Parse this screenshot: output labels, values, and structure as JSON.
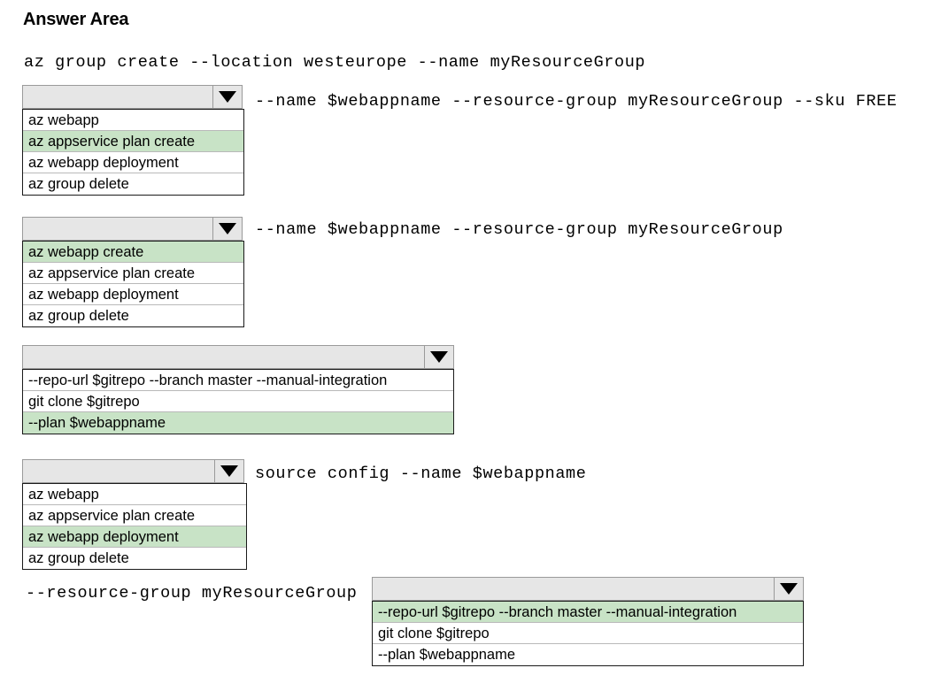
{
  "page": {
    "title": "Answer Area"
  },
  "code_lines": [
    {
      "id": "code-line-0",
      "text": "az group create --location westeurope --name myResourceGroup"
    },
    {
      "id": "code-line-1",
      "text": "--name $webappname --resource-group myResourceGroup --sku FREE"
    },
    {
      "id": "code-line-2",
      "text": "--name $webappname --resource-group myResourceGroup"
    },
    {
      "id": "code-line-3",
      "text": "source config --name $webappname"
    },
    {
      "id": "code-line-4",
      "text": "--resource-group myResourceGroup"
    }
  ],
  "dropdowns": [
    {
      "id": "block1",
      "selected_value": "",
      "arrow_icon": "chevron-down-icon",
      "options": [
        {
          "label": "az webapp",
          "selected": false
        },
        {
          "label": "az appservice plan create",
          "selected": true
        },
        {
          "label": "az webapp deployment",
          "selected": false
        },
        {
          "label": "az group delete",
          "selected": false
        }
      ]
    },
    {
      "id": "block2",
      "selected_value": "",
      "arrow_icon": "chevron-down-icon",
      "options": [
        {
          "label": "az webapp create",
          "selected": true
        },
        {
          "label": "az appservice plan create",
          "selected": false
        },
        {
          "label": "az webapp deployment",
          "selected": false
        },
        {
          "label": "az group delete",
          "selected": false
        }
      ]
    },
    {
      "id": "block3",
      "selected_value": "",
      "arrow_icon": "chevron-down-icon",
      "options": [
        {
          "label": "--repo-url $gitrepo --branch master --manual-integration",
          "selected": false
        },
        {
          "label": "git clone $gitrepo",
          "selected": false
        },
        {
          "label": "--plan $webappname",
          "selected": true
        }
      ]
    },
    {
      "id": "block4",
      "selected_value": "",
      "arrow_icon": "chevron-down-icon",
      "options": [
        {
          "label": "az webapp",
          "selected": false
        },
        {
          "label": "az appservice plan create",
          "selected": false
        },
        {
          "label": "az webapp deployment",
          "selected": true
        },
        {
          "label": "az group delete",
          "selected": false
        }
      ]
    },
    {
      "id": "block5",
      "selected_value": "",
      "arrow_icon": "chevron-down-icon",
      "options": [
        {
          "label": "--repo-url $gitrepo  --branch master --manual-integration",
          "selected": true
        },
        {
          "label": "git clone $gitrepo",
          "selected": false
        },
        {
          "label": "--plan $webappname",
          "selected": false
        }
      ]
    }
  ],
  "colors": {
    "selected_row": "#c8e3c6",
    "dropdown_face": "#e6e6e6",
    "list_border": "#1a1a1a",
    "row_divider": "#b9b9b9"
  }
}
